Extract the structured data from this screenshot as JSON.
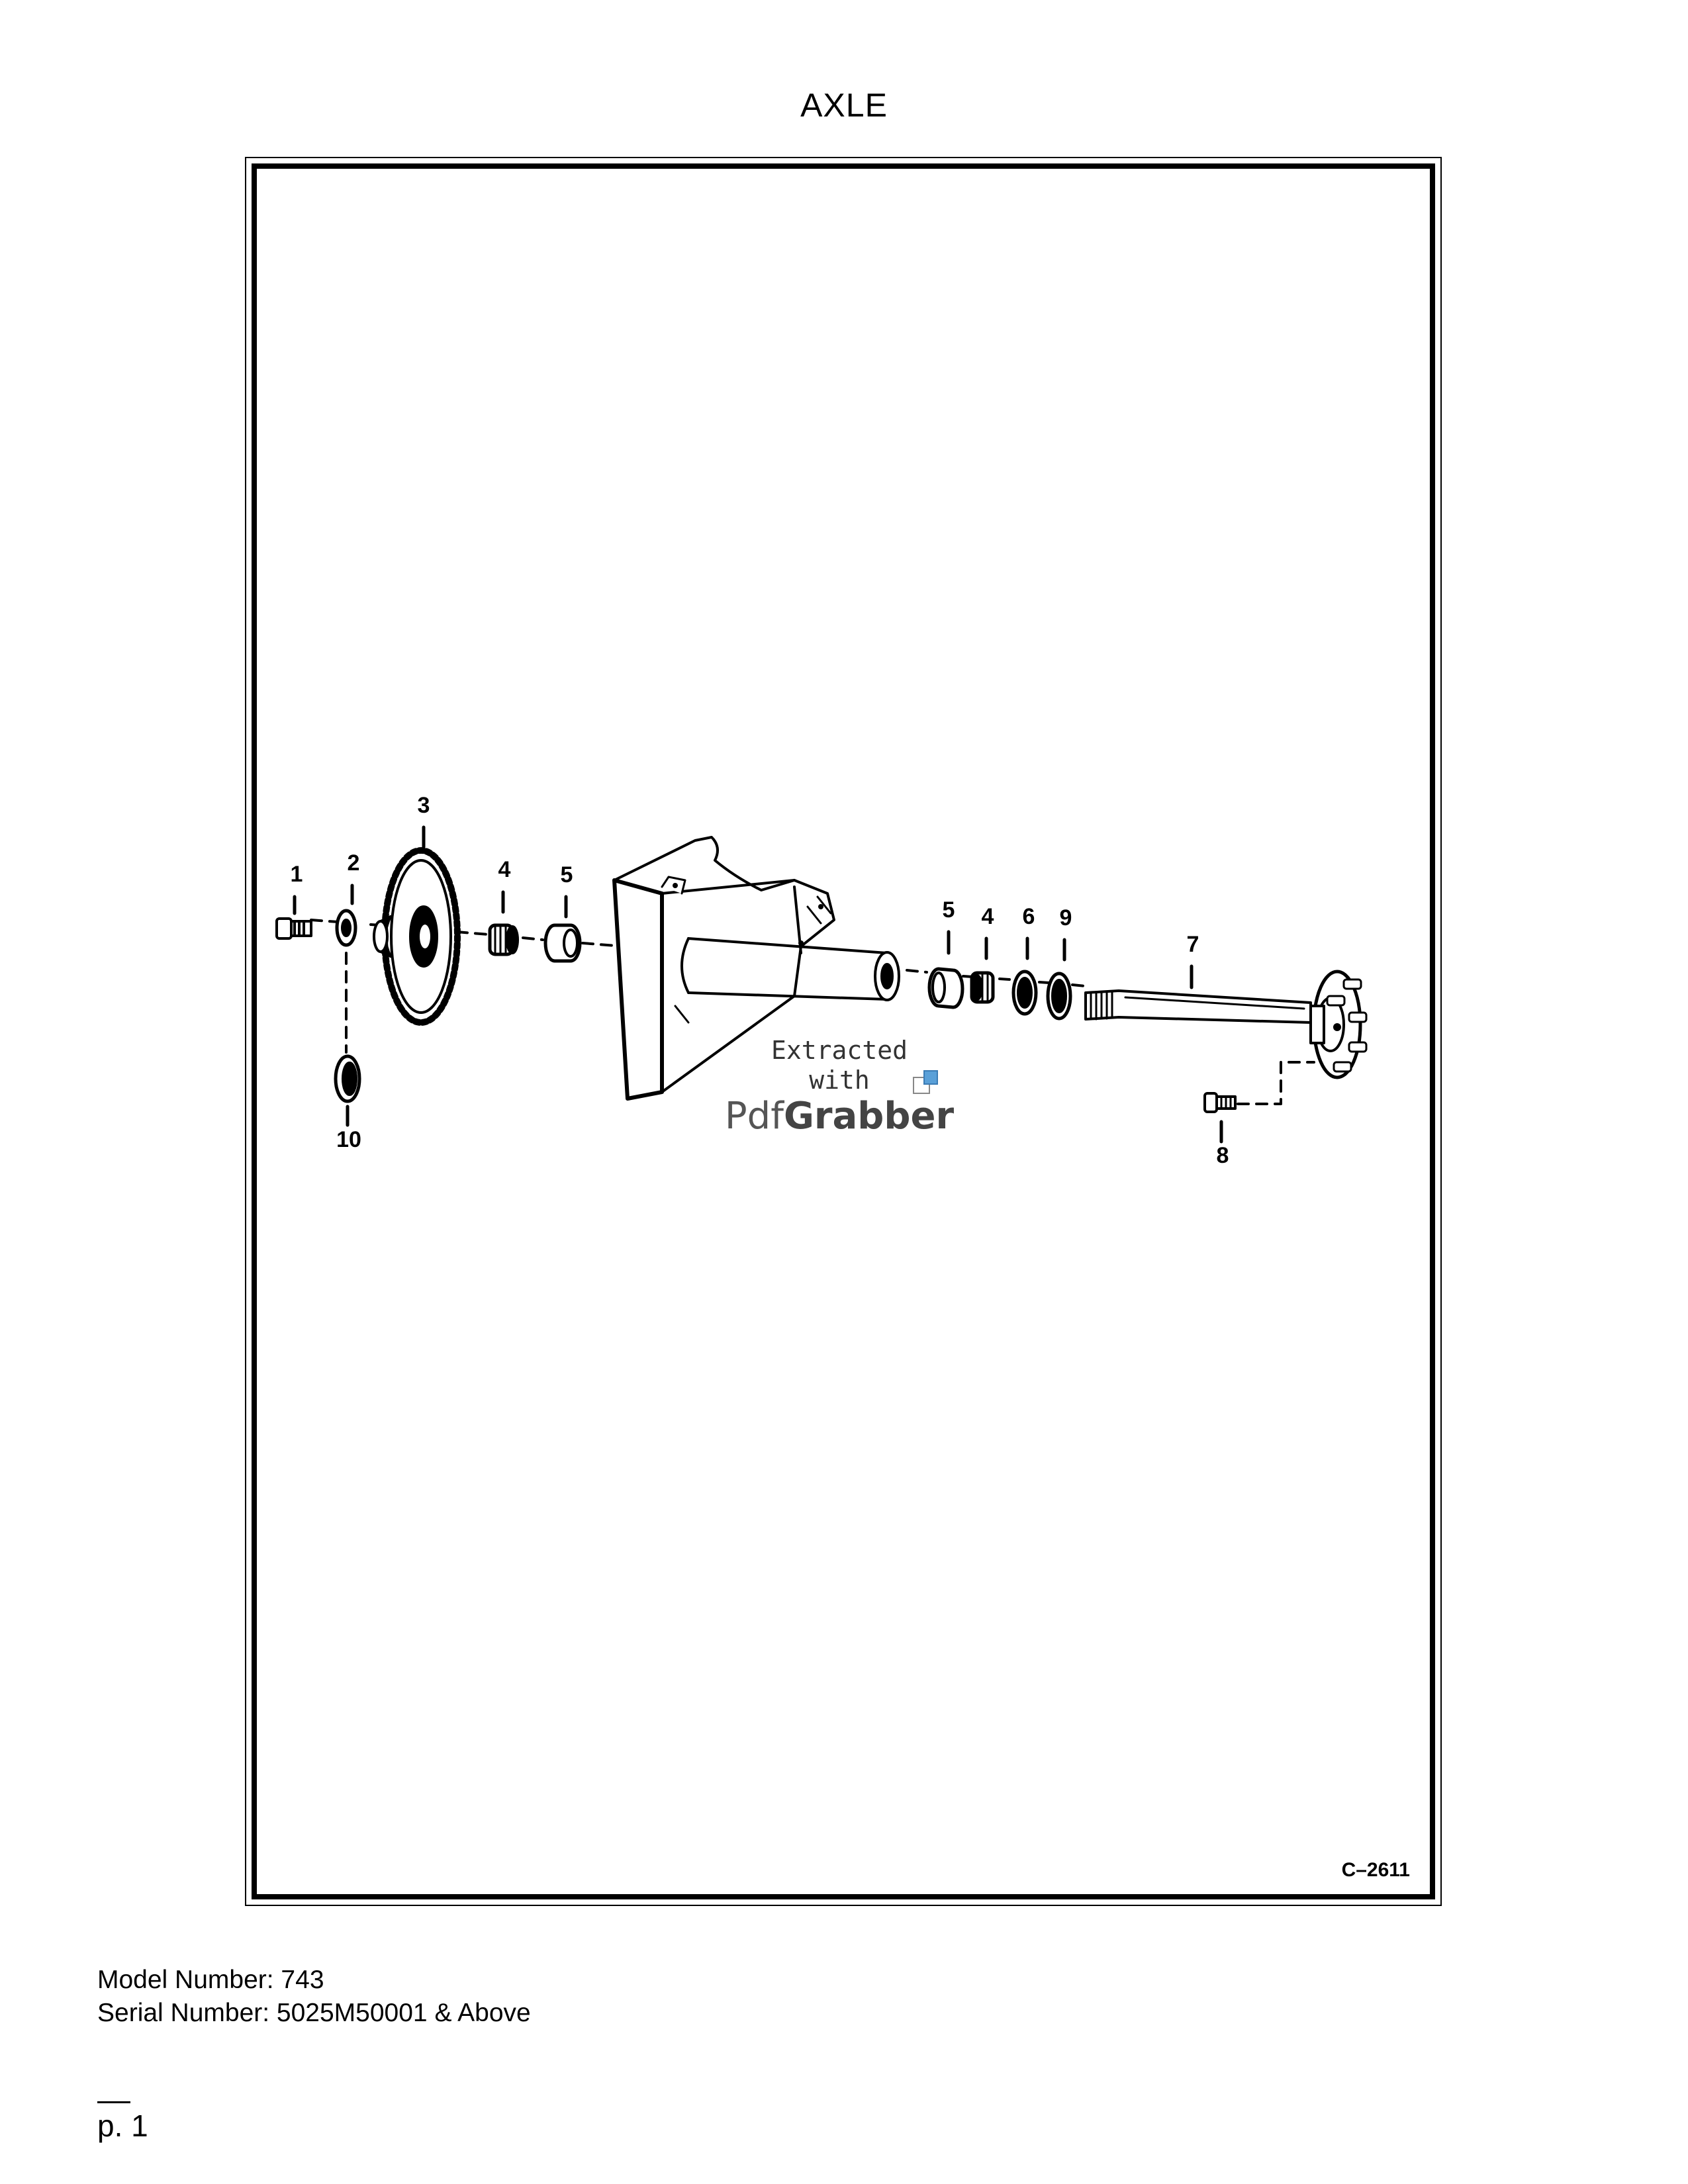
{
  "page": {
    "title": "AXLE",
    "model_number": "Model Number: 743",
    "serial_number": "Serial Number: 5025M50001 & Above",
    "page_label": "p. 1"
  },
  "diagram": {
    "drawing_id": "C–2611",
    "callouts": [
      {
        "id": "c1",
        "label": "1"
      },
      {
        "id": "c2",
        "label": "2"
      },
      {
        "id": "c3",
        "label": "3"
      },
      {
        "id": "c4a",
        "label": "4"
      },
      {
        "id": "c5a",
        "label": "5"
      },
      {
        "id": "c5b",
        "label": "5"
      },
      {
        "id": "c4b",
        "label": "4"
      },
      {
        "id": "c6",
        "label": "6"
      },
      {
        "id": "c9",
        "label": "9"
      },
      {
        "id": "c7",
        "label": "7"
      },
      {
        "id": "c8",
        "label": "8"
      },
      {
        "id": "c10",
        "label": "10"
      }
    ]
  },
  "watermark": {
    "line1": "Extracted",
    "line2": "with",
    "brand_a": "Pdf",
    "brand_b": "Grabber"
  }
}
